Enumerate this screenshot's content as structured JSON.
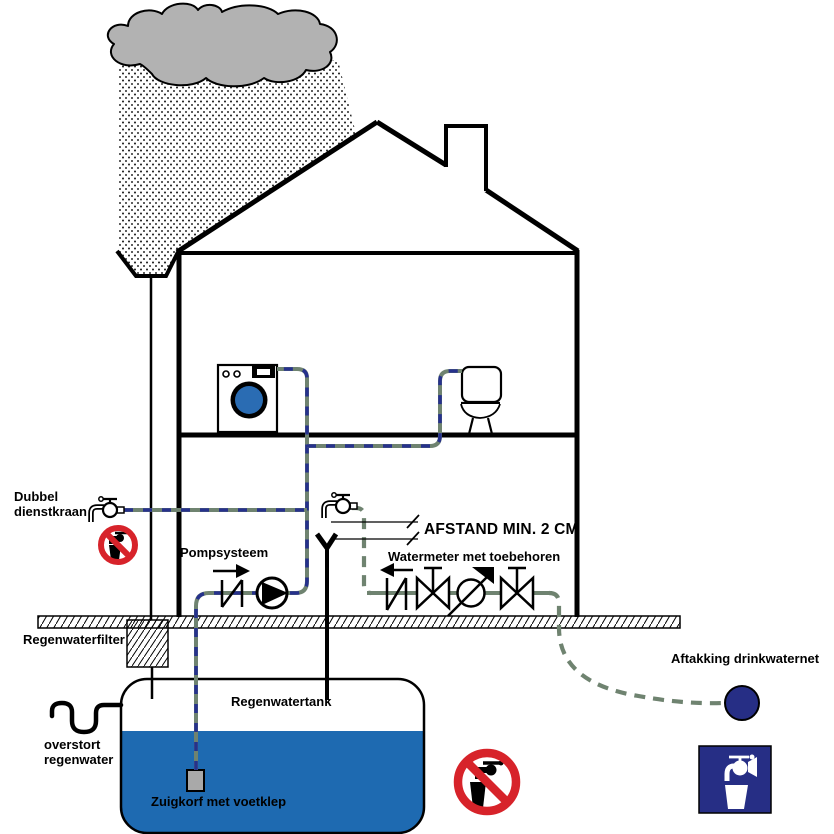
{
  "labels": {
    "dubbel_dienstkraan": {
      "line1": "Dubbel",
      "line2": "dienstkraan"
    },
    "pompsysteem": "Pompsysteem",
    "afstand": "AFSTAND MIN. 2 CM",
    "watermeter": "Watermeter met toebehoren",
    "regenwaterfilter": "Regenwaterfilter",
    "regenwatertank": "Regenwatertank",
    "overstort": {
      "line1": "overstort",
      "line2": "regenwater"
    },
    "zuigkorf": "Zuigkorf met voetklep",
    "aftakking": "Aftakking drinkwaternet"
  },
  "colors": {
    "pipe_green": "#6f8370",
    "dash_navy": "#26318c",
    "water_blue": "#1e6ab1",
    "drum_blue": "#2a6cb3",
    "sign_red": "#d7232a",
    "sign_blue": "#262e85",
    "cloud_gray": "#b2b2b2",
    "basket_gray": "#a9a9a9"
  },
  "icons": {
    "rain_cloud": "grey cloud with stippled rain",
    "tap": "faucet glyph",
    "tundish": "Y air-gap funnel",
    "pump": "circle with right-pointing triangle",
    "check_valve": "two bars with diagonal",
    "gate_valve": "bowtie with T stem",
    "water_meter": "circle crossed by diagonal arrow",
    "no_drinking_water_sign": "red prohibition circle over tap and cup",
    "drinking_water_point_sign": "blue square with white tap filling cup",
    "drinking_water_main": "navy filled circle"
  }
}
